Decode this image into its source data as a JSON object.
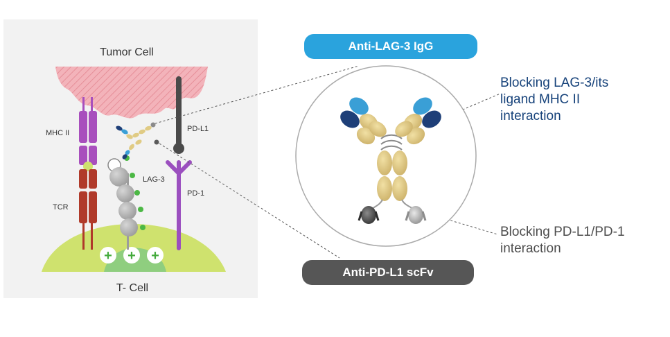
{
  "left_panel": {
    "tumor_cell_label": "Tumor Cell",
    "t_cell_label": "T- Cell",
    "mhc_label": "MHC II",
    "tcr_label": "TCR",
    "pdl1_label": "PD-L1",
    "lag3_label": "LAG-3",
    "pd1_label": "PD-1",
    "plus_signs": [
      "+",
      "+",
      "+"
    ]
  },
  "right_panel": {
    "anti_lag3_label": "Anti-LAG-3 IgG",
    "anti_pdl1_label": "Anti-PD-L1 scFv",
    "callout_lag3_line1": "Blocking LAG-3/its",
    "callout_lag3_line2": "ligand MHC II",
    "callout_lag3_line3": "interaction",
    "callout_pdl1_line1": "Blocking PD-L1/PD-1",
    "callout_pdl1_line2": "interaction"
  },
  "colors": {
    "tumor": "#f2a8b0",
    "t_cell": "#cfe26e",
    "mhc": "#a84fbd",
    "tcr": "#b03a2a",
    "lag3": "#b5b5b5",
    "pd1": "#9b4fbf",
    "pdl1": "#4a4a4a",
    "antibody_fc": "#e0cb84",
    "antibody_dark_blue": "#1e3f78",
    "antibody_light_blue": "#3a9fd6",
    "green_dot": "#4cb845",
    "anti_lag3_pill": "#2aa3dd",
    "anti_pdl1_pill": "#565656"
  }
}
